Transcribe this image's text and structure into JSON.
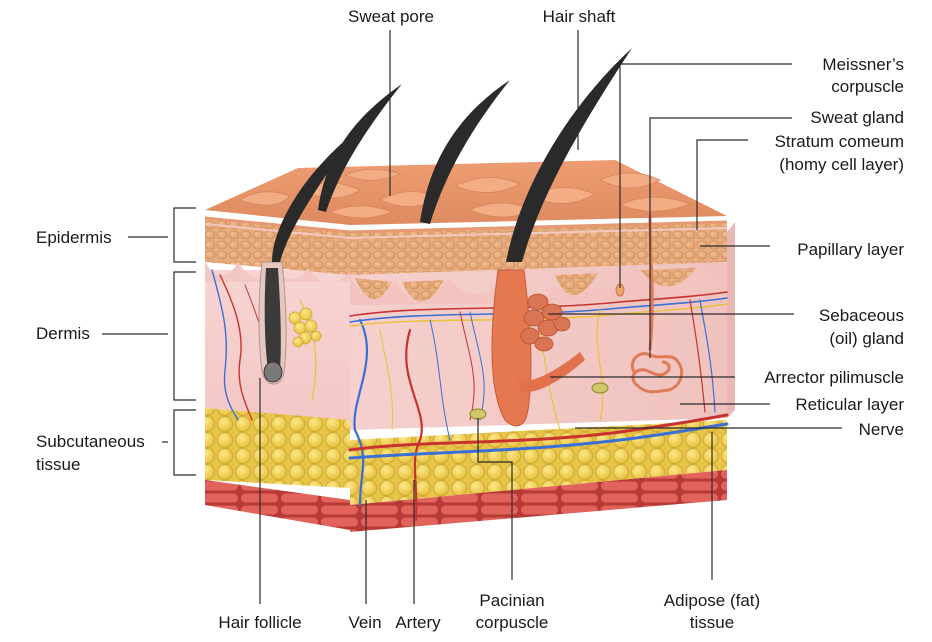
{
  "labels": {
    "sweat_pore": "Sweat pore",
    "hair_shaft": "Hair shaft",
    "meissners_line1": "Meissner’s",
    "meissners_line2": "corpuscle",
    "sweat_gland": "Sweat gland",
    "stratum_line1": "Stratum comeum",
    "stratum_line2": "(homy cell layer)",
    "papillary_layer": "Papillary layer",
    "sebaceous_line1": "Sebaceous",
    "sebaceous_line2": "(oil) gland",
    "arrector": "Arrector pilimuscle",
    "reticular_layer": "Reticular layer",
    "nerve": "Nerve",
    "epidermis": "Epidermis",
    "dermis": "Dermis",
    "subcutaneous_line1": "Subcutaneous",
    "subcutaneous_line2": "tissue",
    "hair_follicle": "Hair follicle",
    "vein": "Vein",
    "artery": "Artery",
    "pacinian_line1": "Pacinian",
    "pacinian_line2": "corpuscle",
    "adipose_line1": "Adipose (fat)",
    "adipose_line2": "tissue"
  },
  "colors": {
    "epidermis_top": "#e8956b",
    "epidermis_front": "#e9a57c",
    "dermis": "#f7d9d6",
    "fat": "#f2d35a",
    "muscle": "#d9534f",
    "hair": "#2a2a2a",
    "vein": "#3a6fd8",
    "artery": "#c8322f",
    "follicle": "#e6784f"
  }
}
